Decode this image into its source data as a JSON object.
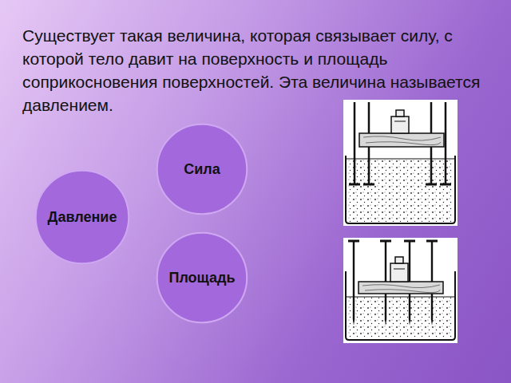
{
  "diagram": {
    "nodes": [
      {
        "text": [
          "Сила"
        ]
      },
      {
        "text": [
          "Давление"
        ]
      },
      {
        "text": [
          "Площадь"
        ]
      }
    ],
    "labels": [
      "Существует такая величина, которая связывает силу, с которой тело давит на поверхность и площадь соприкосновения поверхностей. Эта величина называется давлением."
    ]
  }
}
